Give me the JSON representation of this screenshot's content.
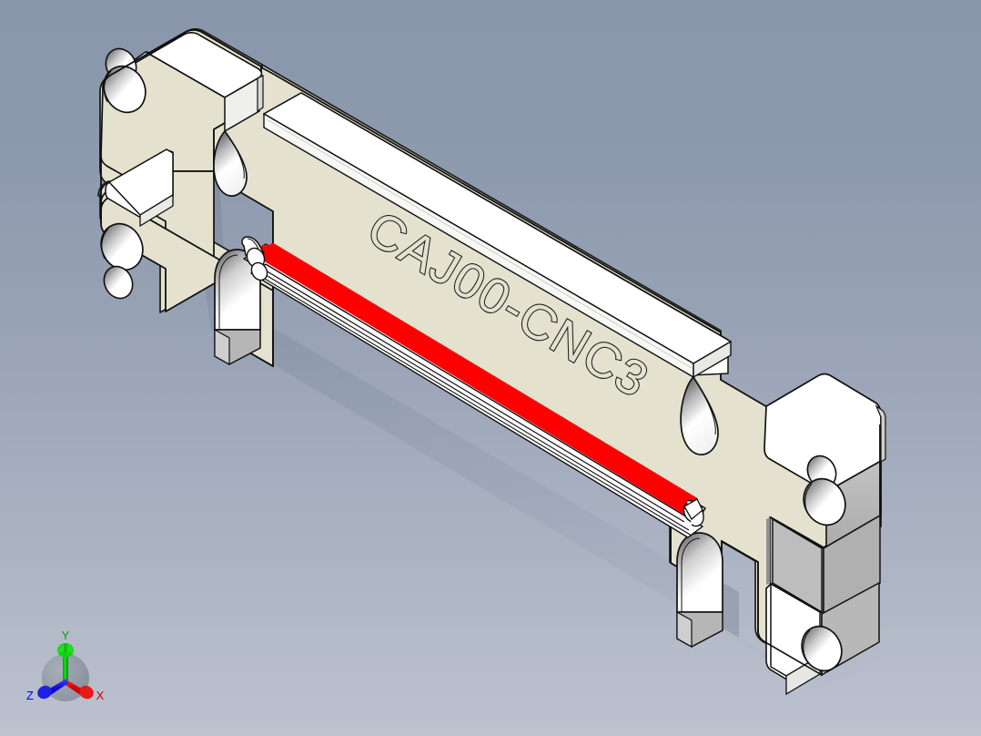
{
  "app": {
    "view_type": "3d-isometric-viewport",
    "background_top_color": "#8a96ab",
    "background_bottom_color": "#bcc2ce"
  },
  "model": {
    "part_label": "CAJ00-CNC3",
    "body_color": "#e4e2cf",
    "top_face_color": "#ffffff",
    "side_face_color": "#b9b9b9",
    "edge_color": "#1a1a1a",
    "highlight_color": "#ff0000",
    "shadow_color": "#7c8699",
    "engraved_text": "CAJ00-CNC3",
    "selected_feature": "center-slot"
  },
  "triad": {
    "name": "view-orientation-triad",
    "axes": [
      {
        "id": "y-axis",
        "label": "Y",
        "color": "#00c000",
        "label_color": "#00a000"
      },
      {
        "id": "x-axis",
        "label": "X",
        "color": "#e00000",
        "label_color": "#d00000"
      },
      {
        "id": "z-axis",
        "label": "Z",
        "color": "#0000e0",
        "label_color": "#0000d0"
      }
    ]
  }
}
